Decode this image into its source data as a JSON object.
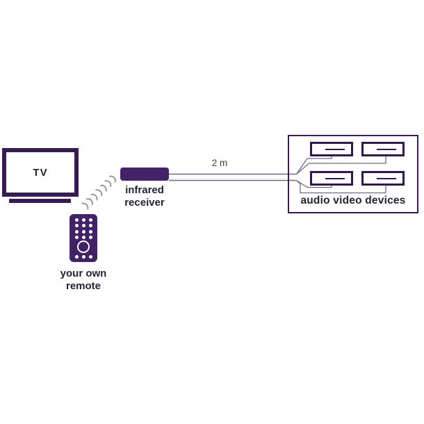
{
  "diagram": {
    "tv": {
      "label": "TV"
    },
    "remote": {
      "label": "your own remote"
    },
    "receiver": {
      "label": "infrared receiver"
    },
    "cable": {
      "length_label": "2 m"
    },
    "devices_box": {
      "label": "audio video devices",
      "unit_count": 4
    },
    "signal": {
      "wave_count": 7
    },
    "colors": {
      "purple_fill": "#452369",
      "purple_border": "#371c52",
      "wire": "#6f6683",
      "signal_wave": "#9a96a1",
      "text": "#262130"
    }
  }
}
